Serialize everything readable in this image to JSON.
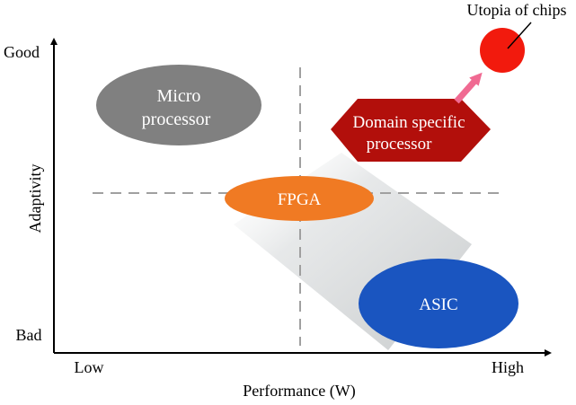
{
  "axes": {
    "y_title": "Adaptivity",
    "y_top": "Good",
    "y_bottom": "Bad",
    "x_title": "Performance (W)",
    "x_left": "Low",
    "x_right": "High"
  },
  "nodes": {
    "micro": {
      "line1": "Micro",
      "line2": "processor",
      "color": "#808080"
    },
    "dsp": {
      "line1": "Domain specific",
      "line2": "processor",
      "color": "#b20f0b"
    },
    "fpga": {
      "label": "FPGA",
      "color": "#f07a23"
    },
    "asic": {
      "label": "ASIC",
      "color": "#1a55c0"
    },
    "utopia": {
      "label": "Utopia of chips",
      "color": "#f21a0d"
    }
  },
  "colors": {
    "axis": "#000000",
    "dash": "#a0a0a0",
    "arrow": "#f06a92",
    "text_on_shape": "#ffffff"
  }
}
